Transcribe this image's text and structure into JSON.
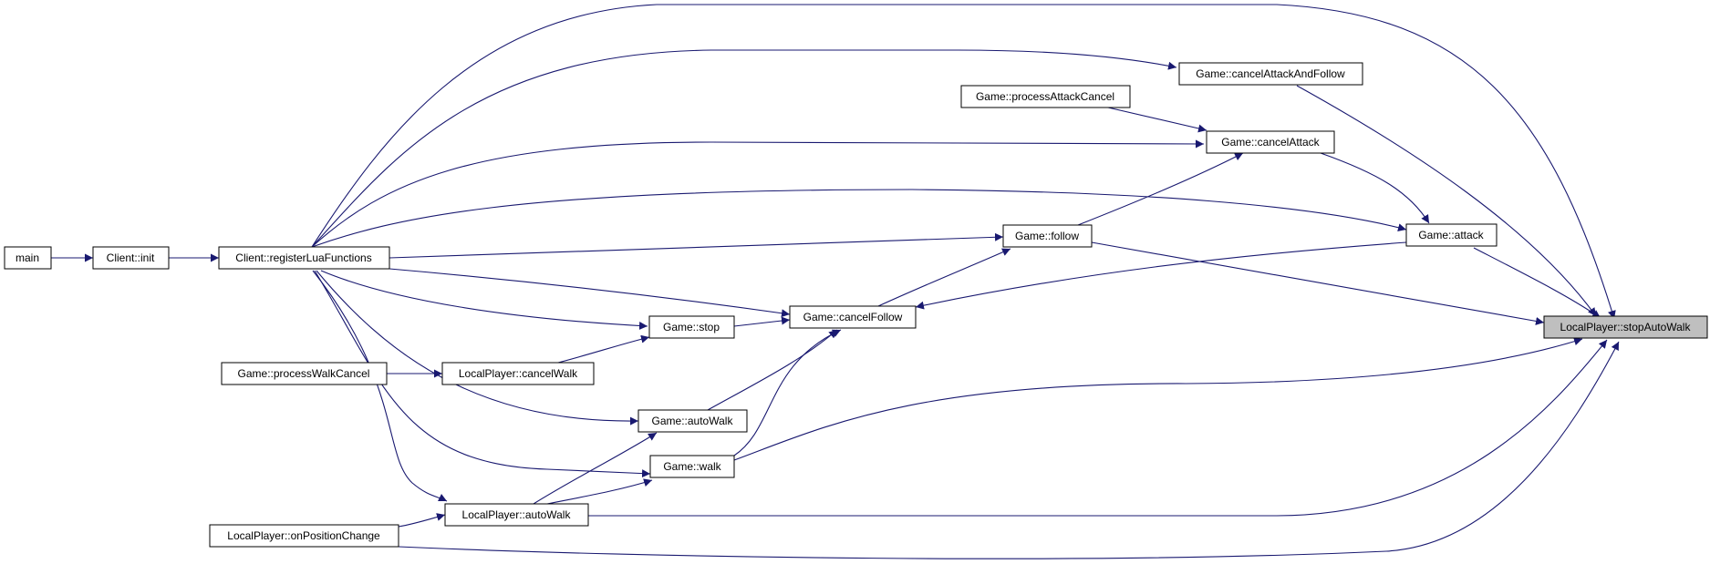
{
  "graph": {
    "colors": {
      "edge": "#191970",
      "node_border": "#000000",
      "node_fill": "#ffffff",
      "root_fill": "#bfbfbf"
    },
    "nodes": {
      "main": "main",
      "client_init": "Client::init",
      "register_lua": "Client::registerLuaFunctions",
      "process_walk_cancel": "Game::processWalkCancel",
      "on_position_change": "LocalPlayer::onPositionChange",
      "lp_cancel_walk": "LocalPlayer::cancelWalk",
      "lp_auto_walk": "LocalPlayer::autoWalk",
      "game_stop": "Game::stop",
      "game_auto_walk": "Game::autoWalk",
      "game_walk": "Game::walk",
      "cancel_follow": "Game::cancelFollow",
      "game_follow": "Game::follow",
      "process_attack_cancel": "Game::processAttackCancel",
      "cancel_attack": "Game::cancelAttack",
      "cancel_attack_and_follow": "Game::cancelAttackAndFollow",
      "game_attack": "Game::attack",
      "stop_auto_walk": "LocalPlayer::stopAutoWalk"
    }
  }
}
